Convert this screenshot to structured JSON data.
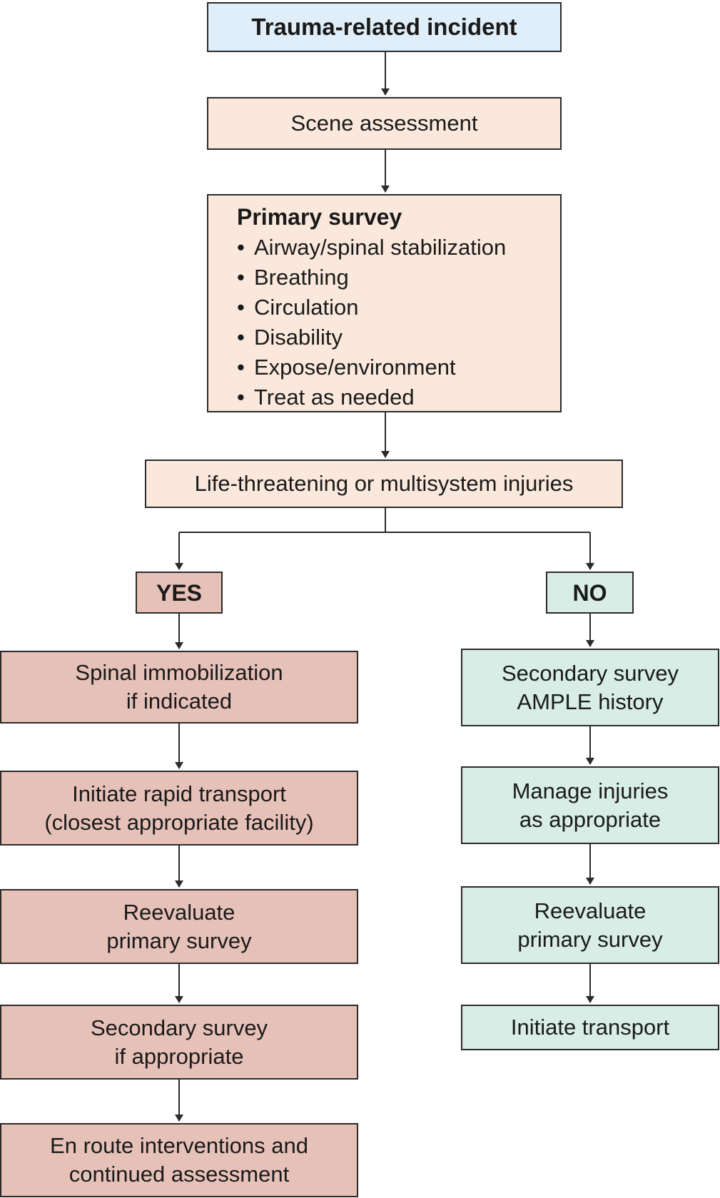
{
  "incident": "Trauma-related incident",
  "scene": "Scene assessment",
  "primary_survey": {
    "title": "Primary survey",
    "items": [
      "Airway/spinal stabilization",
      "Breathing",
      "Circulation",
      "Disability",
      "Expose/environment",
      "Treat as needed"
    ]
  },
  "decision": "Life-threatening or multisystem injuries",
  "yes_branch": {
    "label": "YES",
    "steps": [
      {
        "line1": "Spinal immobilization",
        "line2": "if indicated"
      },
      {
        "line1": "Initiate rapid transport",
        "line2": "(closest appropriate facility)"
      },
      {
        "line1": "Reevaluate",
        "line2": "primary survey"
      },
      {
        "line1": "Secondary survey",
        "line2": "if appropriate"
      },
      {
        "line1": "En route interventions and",
        "line2": "continued assessment"
      }
    ]
  },
  "no_branch": {
    "label": "NO",
    "steps": [
      {
        "line1": "Secondary survey",
        "line2": "AMPLE history"
      },
      {
        "line1": "Manage injuries",
        "line2": "as appropriate"
      },
      {
        "line1": "Reevaluate",
        "line2": "primary survey"
      },
      {
        "line1": "Initiate transport"
      }
    ]
  }
}
